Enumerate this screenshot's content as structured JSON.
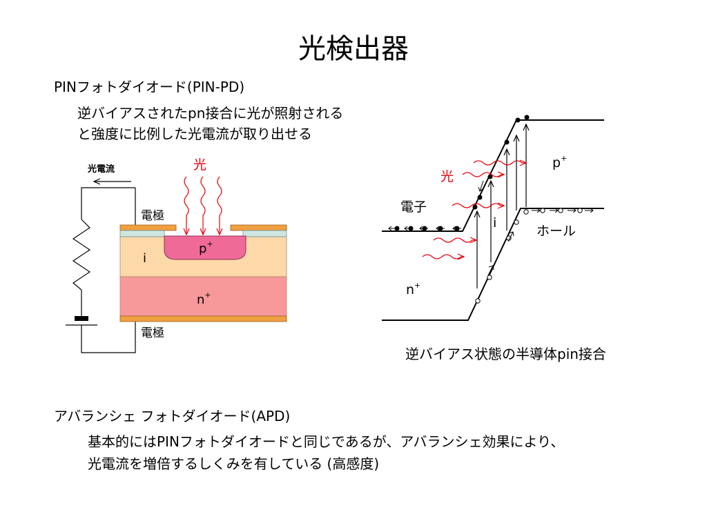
{
  "slide": {
    "title": "光検出器",
    "section1": {
      "heading": "PINフォトダイオード(PIN-PD)",
      "line1": "逆バイアスされたpn接合に光が照射される",
      "line2": "と強度に比例した光電流が取り出せる"
    },
    "section2": {
      "heading": "アバランシェ フォトダイオード(APD)",
      "line1": "基本的にはPINフォトダイオードと同じであるが、アバランシェ効果により、",
      "line2": "光電流を増倍するしくみを有している (高感度)"
    }
  },
  "device_diagram": {
    "current_label": "光電流",
    "light_label": "光",
    "top_electrode_label": "電極",
    "bottom_electrode_label": "電極",
    "p_label": "p",
    "p_sup": "+",
    "i_label": "i",
    "n_label": "n",
    "n_sup": "+",
    "colors": {
      "electrode": "#f0a040",
      "oxide": "#cfe6e0",
      "p_region": "#f06a98",
      "i_region": "#fdd8a8",
      "n_region": "#f7989a",
      "light": "#e8000b"
    }
  },
  "band_diagram": {
    "light_label": "光",
    "electron_label": "電子",
    "hole_label": "ホール",
    "p_label": "p",
    "p_sup": "+",
    "i_label": "i",
    "n_label": "n",
    "n_sup": "+",
    "caption": "逆バイアス状態の半導体pin接合"
  }
}
